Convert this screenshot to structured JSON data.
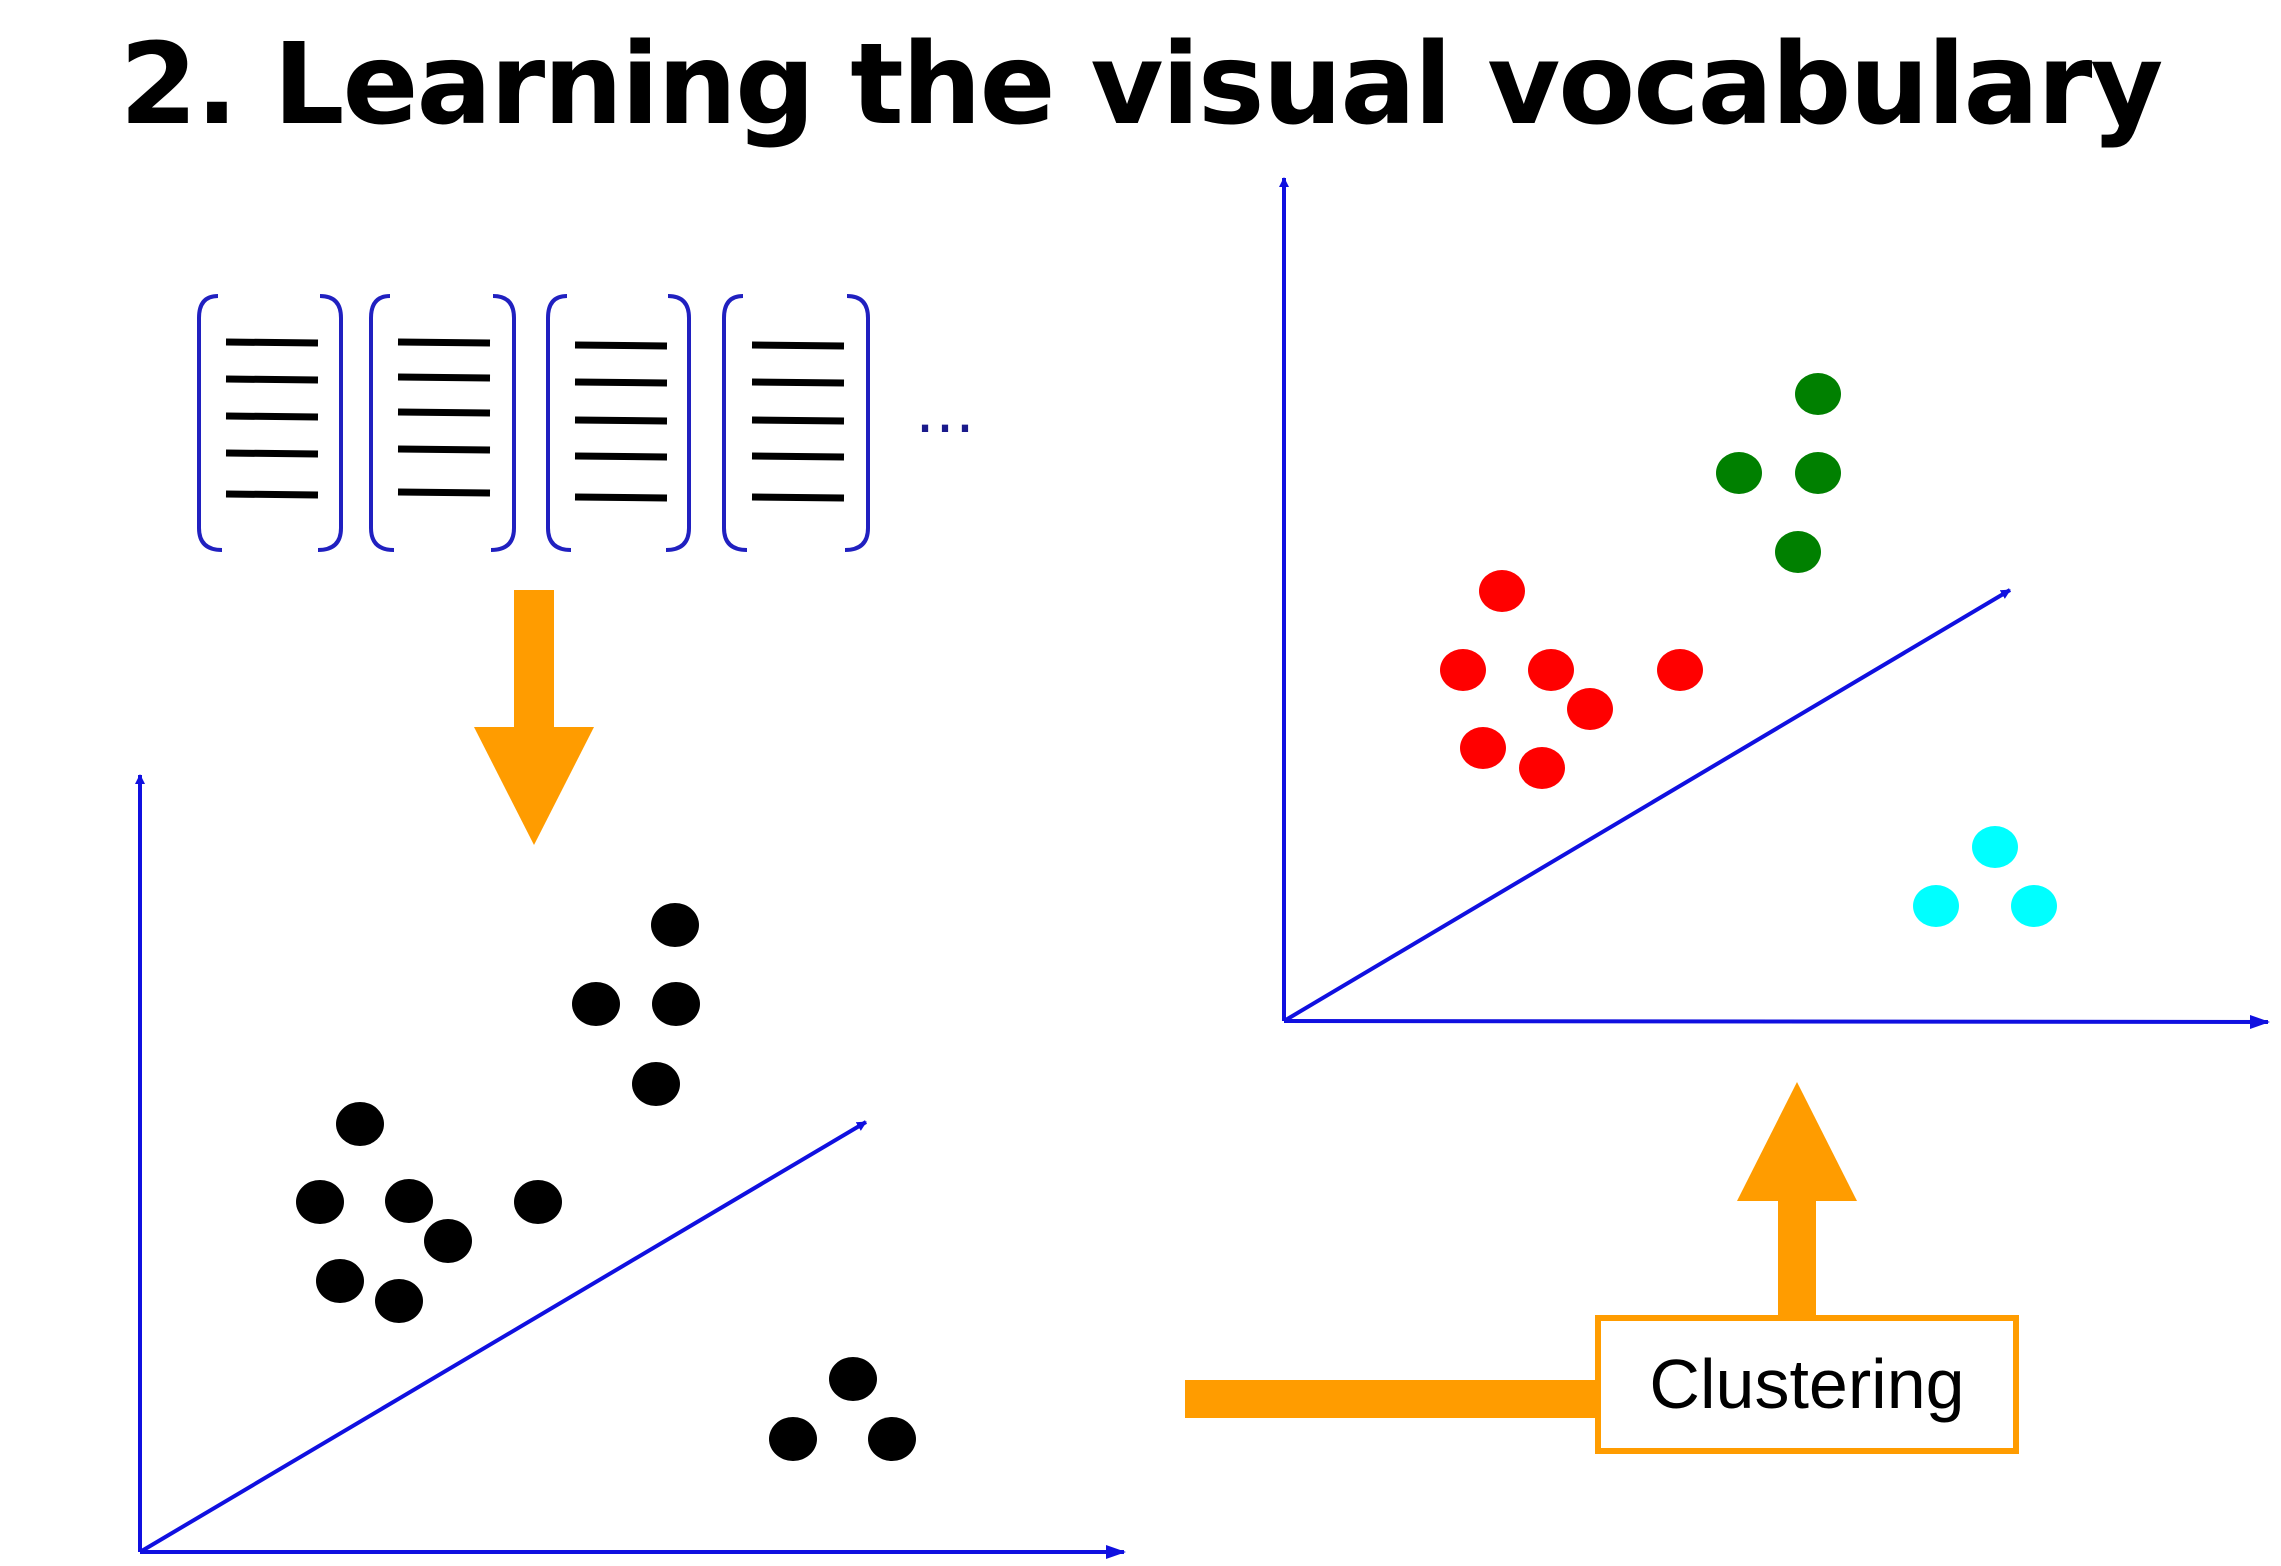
{
  "title": "2. Learning the visual vocabulary",
  "ellipsis": "…",
  "clustering_label": "Clustering",
  "colors": {
    "axis": "#1010e0",
    "bracket": "#2020c0",
    "arrow": "#ff9c00",
    "feature_points": "#000000",
    "cluster_red": "#ff0000",
    "cluster_green": "#008000",
    "cluster_cyan": "#00ffff"
  },
  "descriptor_vectors": {
    "count": 4,
    "lines_per_vector": 5
  },
  "clusters": [
    {
      "name": "red",
      "color": "#ff0000"
    },
    {
      "name": "green",
      "color": "#008000"
    },
    {
      "name": "cyan",
      "color": "#00ffff"
    }
  ],
  "icons": [
    "down-arrow-icon",
    "up-arrow-icon",
    "axis-arrow-icon"
  ]
}
